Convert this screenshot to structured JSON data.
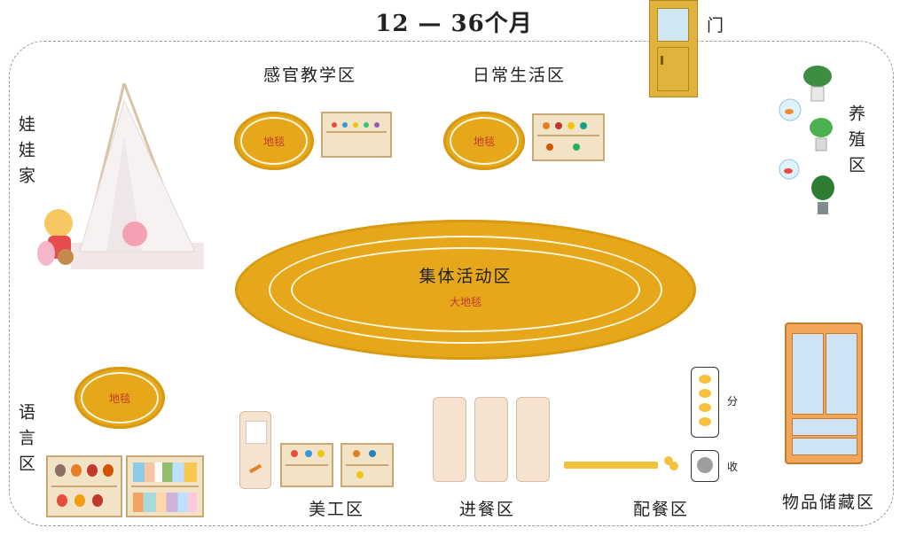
{
  "title": "12 — 36个月",
  "door_label": "门",
  "zones": {
    "sensory": "感官教学区",
    "daily_life": "日常生活区",
    "doll_house": "娃娃家",
    "breeding": "养殖区",
    "group_activity": "集体活动区",
    "language": "语言区",
    "art": "美工区",
    "dining": "进餐区",
    "serving": "配餐区",
    "storage": "物品储藏区"
  },
  "rugs": {
    "sensory": "地毯",
    "daily_life": "地毯",
    "language": "地毯",
    "big": "大地毯"
  },
  "serving_labels": {
    "distribute": "分",
    "collect": "收"
  },
  "colors": {
    "rug": "#e6a71a",
    "door": "#e0b23e",
    "wardrobe": "#f2a65a",
    "wardrobe_glass": "#cfe3f6"
  }
}
